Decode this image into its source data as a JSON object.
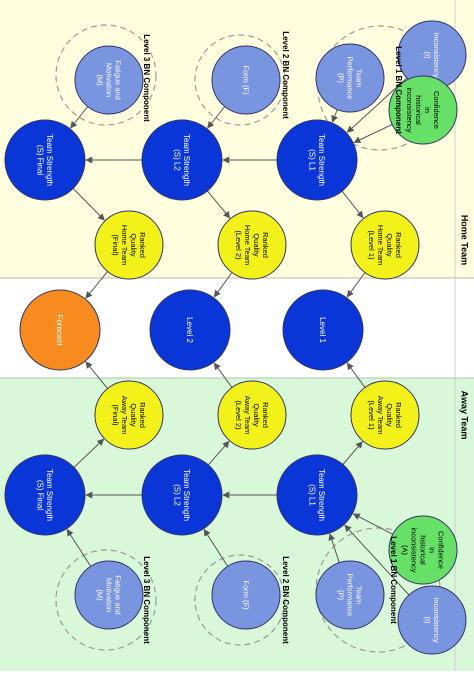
{
  "diagram": {
    "colors": {
      "home_bg": "#ffffe0",
      "away_bg": "#d9f7d9",
      "middle_bg": "#ffffff",
      "strength_node": "#0a36d8",
      "level_node": "#0a36d8",
      "component_node": "#7a95e0",
      "confidence_node": "#66e066",
      "ranked_node": "#f2f21a",
      "forecast_node": "#f78b1f"
    },
    "sections": [
      {
        "id": "home",
        "label": "Home Team"
      },
      {
        "id": "away",
        "label": "Away Team"
      }
    ],
    "nodes": [
      {
        "id": "h_inconsistency",
        "type": "component",
        "label": "Inconsistency (I)"
      },
      {
        "id": "h_confidence",
        "type": "confidence",
        "label": "Confidence in historical inconsistency"
      },
      {
        "id": "h_team_perf",
        "type": "component",
        "label": "Team Performance (P)"
      },
      {
        "id": "h_form",
        "type": "component",
        "label": "Form (F)"
      },
      {
        "id": "h_fatigue",
        "type": "component",
        "label": "Fatigue and Motivation (M)"
      },
      {
        "id": "h_strength_l1",
        "type": "strength",
        "label": "Team Strength (S) L1"
      },
      {
        "id": "h_strength_l2",
        "type": "strength",
        "label": "Team Strength (S) L2"
      },
      {
        "id": "h_strength_final",
        "type": "strength",
        "label": "Team Strength (S) Final"
      },
      {
        "id": "h_ranked_l1",
        "type": "ranked",
        "label": "Ranked Quality Home Team (Level 1)"
      },
      {
        "id": "h_ranked_l2",
        "type": "ranked",
        "label": "Ranked Quality Home Team (Level 2)"
      },
      {
        "id": "h_ranked_final",
        "type": "ranked",
        "label": "Ranked Quality Home Team (Final)"
      },
      {
        "id": "level1",
        "type": "level",
        "label": "Level 1"
      },
      {
        "id": "level2",
        "type": "level",
        "label": "Level 2"
      },
      {
        "id": "forecast",
        "type": "forecast",
        "label": "Forecast"
      },
      {
        "id": "a_ranked_l1",
        "type": "ranked",
        "label": "Ranked Quality Away Team (Level 1)"
      },
      {
        "id": "a_ranked_l2",
        "type": "ranked",
        "label": "Ranked Quality Away Team (Level 2)"
      },
      {
        "id": "a_ranked_final",
        "type": "ranked",
        "label": "Ranked Quality Away Team (Final)"
      },
      {
        "id": "a_strength_l1",
        "type": "strength",
        "label": "Team Strength (S) L1"
      },
      {
        "id": "a_strength_l2",
        "type": "strength",
        "label": "Team Strength (S) L2"
      },
      {
        "id": "a_strength_final",
        "type": "strength",
        "label": "Team Strength (S) Final"
      },
      {
        "id": "a_confidence",
        "type": "confidence",
        "label": "Confidence in historical inconsistency (A)"
      },
      {
        "id": "a_team_perf",
        "type": "component",
        "label": "Team Performance (P)"
      },
      {
        "id": "a_inconsistency",
        "type": "component",
        "label": "Inconsistency (I)"
      },
      {
        "id": "a_form",
        "type": "component",
        "label": "Form (F)"
      },
      {
        "id": "a_fatigue",
        "type": "component",
        "label": "Fatigue and Motivation (M)"
      }
    ],
    "edges": [
      [
        "h_inconsistency",
        "h_strength_l1"
      ],
      [
        "h_confidence",
        "h_strength_l1"
      ],
      [
        "h_team_perf",
        "h_strength_l1"
      ],
      [
        "h_form",
        "h_strength_l2"
      ],
      [
        "h_fatigue",
        "h_strength_final"
      ],
      [
        "h_strength_l1",
        "h_strength_l2"
      ],
      [
        "h_strength_l2",
        "h_strength_final"
      ],
      [
        "h_strength_l1",
        "h_ranked_l1"
      ],
      [
        "h_strength_l2",
        "h_ranked_l2"
      ],
      [
        "h_strength_final",
        "h_ranked_final"
      ],
      [
        "h_ranked_l1",
        "level1"
      ],
      [
        "h_ranked_l2",
        "level2"
      ],
      [
        "h_ranked_final",
        "forecast"
      ],
      [
        "a_ranked_l1",
        "level1"
      ],
      [
        "a_ranked_l2",
        "level2"
      ],
      [
        "a_ranked_final",
        "forecast"
      ],
      [
        "a_strength_l1",
        "a_ranked_l1"
      ],
      [
        "a_strength_l2",
        "a_ranked_l2"
      ],
      [
        "a_strength_final",
        "a_ranked_final"
      ],
      [
        "a_strength_l1",
        "a_strength_l2"
      ],
      [
        "a_strength_l2",
        "a_strength_final"
      ],
      [
        "a_confidence",
        "a_strength_l1"
      ],
      [
        "a_team_perf",
        "a_strength_l1"
      ],
      [
        "a_inconsistency",
        "a_strength_l1"
      ],
      [
        "a_form",
        "a_strength_l2"
      ],
      [
        "a_fatigue",
        "a_strength_final"
      ]
    ],
    "component_groups": [
      {
        "id": "h_group_l1",
        "label": "Level 1 BN Component"
      },
      {
        "id": "h_group_l2",
        "label": "Level 2 BN Component"
      },
      {
        "id": "h_group_l3",
        "label": "Level 3 BN Component"
      },
      {
        "id": "a_group_l1",
        "label": "Level 1 BN Component"
      },
      {
        "id": "a_group_l2",
        "label": "Level 2 BN Component"
      },
      {
        "id": "a_group_l3",
        "label": "Level 3 BN Component"
      }
    ]
  }
}
